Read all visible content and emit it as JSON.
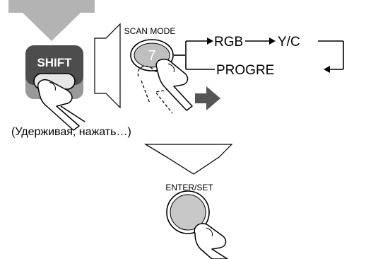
{
  "shift_button": {
    "label": "SHIFT"
  },
  "scan_mode_button": {
    "label": "SCAN MODE",
    "key_number": "7"
  },
  "mode_cycle": {
    "modes": [
      "RGB",
      "Y/C",
      "PROGRE"
    ]
  },
  "instruction_text": "(Удерживая, нажать…)",
  "enter_set_button": {
    "label": "ENTER/SET"
  },
  "colors": {
    "big_arrow_gray": "#b3b3b3",
    "shift_body": "#4d4d4d",
    "shift_base": "#999999",
    "scan_button_fill": "#bfbfbf",
    "enter_button_fill": "#c8c8c8",
    "motion_arrow": "#555555"
  },
  "icons": [
    "down-arrow-icon",
    "right-outline-arrow-icon",
    "down-outline-arrow-icon",
    "hand-press-icon",
    "motion-arrow-icon"
  ]
}
